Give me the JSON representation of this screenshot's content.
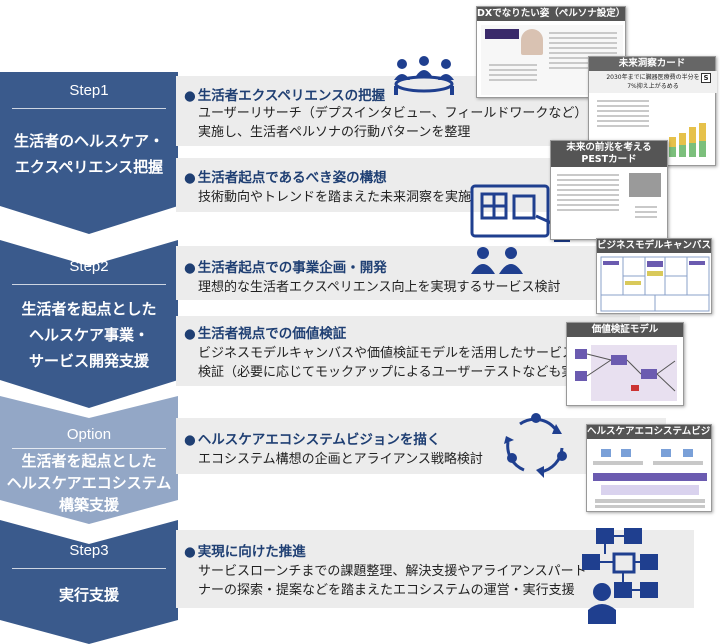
{
  "steps": [
    {
      "label": "Step1",
      "title_lines": [
        "生活者のヘルスケア・",
        "エクスペリエンス把握"
      ]
    },
    {
      "label": "Step2",
      "title_lines": [
        "生活者を起点とした",
        "ヘルスケア事業・",
        "サービス開発支援"
      ]
    },
    {
      "label": "Option",
      "title_lines": [
        "生活者を起点とした",
        "ヘルスケアエコシステム",
        "構築支援"
      ]
    },
    {
      "label": "Step3",
      "title_lines": [
        "実行支援"
      ]
    }
  ],
  "items": [
    {
      "heading": "生活者エクスペリエンスの把握",
      "body_lines": [
        "ユーザーリサーチ（デプスインタビュー、フィールドワークなど）を",
        "実施し、生活者ペルソナの行動パターンを整理"
      ]
    },
    {
      "heading": "生活者起点であるべき姿の構想",
      "body_lines": [
        "技術動向やトレンドを踏まえた未来洞察を実施"
      ]
    },
    {
      "heading": "生活者起点での事業企画・開発",
      "body_lines": [
        "理想的な生活者エクスペリエンス向上を実現するサービス検討"
      ]
    },
    {
      "heading": "生活者視点での価値検証",
      "body_lines": [
        "ビジネスモデルキャンバスや価値検証モデルを活用したサービス",
        "検証（必要に応じてモックアップによるユーザーテストなども実施）"
      ]
    },
    {
      "heading": "ヘルスケアエコシステムビジョンを描く",
      "body_lines": [
        "エコシステム構想の企画とアライアンス戦略検討"
      ]
    },
    {
      "heading": "実現に向けた推進",
      "body_lines": [
        "サービスローンチまでの課題整理、解決支援やアライアンスパート",
        "ナーの探索・提案などを踏まえたエコシステムの運営・実行支援"
      ]
    }
  ],
  "bullet_glyph": "●",
  "cards": {
    "persona": {
      "title": "DXでなりたい姿（ペルソナ設定）"
    },
    "future": {
      "title": "未来洞察カード",
      "subtitle_lines": [
        "2030年までに臓器医療費の半分を",
        "7%抑え上がるめる"
      ],
      "badge": "S"
    },
    "pest": {
      "title_lines": [
        "未来の前兆を考える",
        "PESTカード"
      ]
    },
    "bmc": {
      "title": "ビジネスモデルキャンバス"
    },
    "value": {
      "title": "価値検証モデル"
    },
    "eco": {
      "title": "ヘルスケアエコシステムビジョン"
    }
  },
  "colors": {
    "step": "#3a5a8c",
    "option": "#93a7c6",
    "band": "#ececec",
    "heading": "#1f3f73",
    "icon": "#1f3f8f"
  }
}
